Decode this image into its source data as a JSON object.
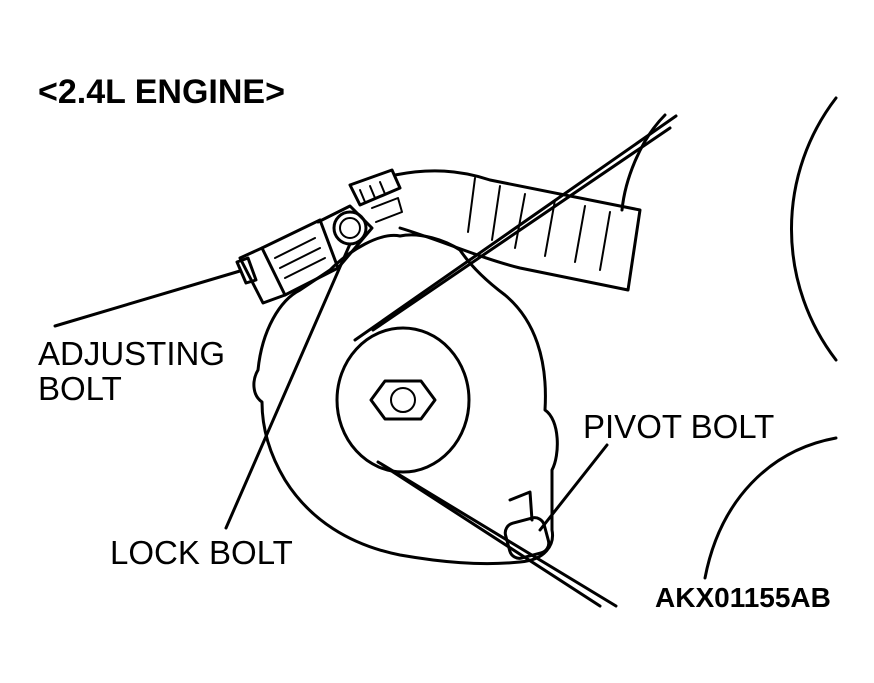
{
  "title": "<2.4L ENGINE>",
  "labels": {
    "adjusting_bolt_line1": "ADJUSTING",
    "adjusting_bolt_line2": "BOLT",
    "lock_bolt": "LOCK BOLT",
    "pivot_bolt": "PIVOT BOLT"
  },
  "figure_code": "AKX01155AB"
}
